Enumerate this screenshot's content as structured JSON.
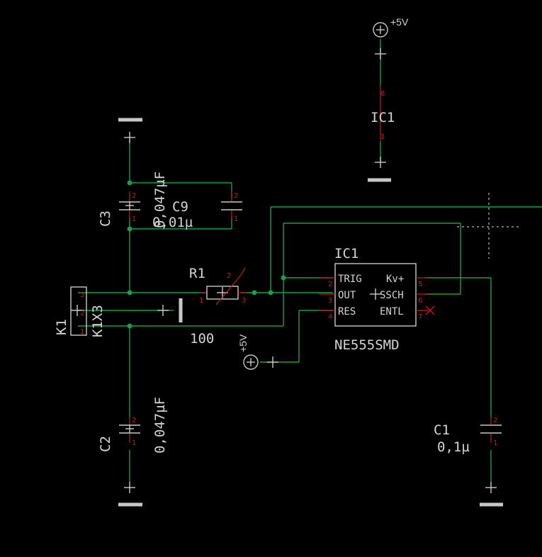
{
  "power": {
    "vcc_label": "+5V",
    "vcc2_label": "+5V"
  },
  "ic_power": {
    "name": "IC1",
    "pin_top": "8",
    "pin_bottom": "1"
  },
  "ic": {
    "name": "IC1",
    "value": "NE555SMD",
    "pins_left": [
      {
        "label": "TRIG",
        "num": "2"
      },
      {
        "label": "OUT",
        "num": "3"
      },
      {
        "label": "RES",
        "num": "4"
      }
    ],
    "pins_right": [
      {
        "label": "Kv+",
        "num": "5"
      },
      {
        "label": "SSCH",
        "num": "6"
      },
      {
        "label": "ENTL",
        "num": "7"
      }
    ]
  },
  "c3": {
    "name": "C3",
    "value": "0,047µF",
    "pin_top": "2",
    "pin_bottom": "1"
  },
  "c9": {
    "name": "C9",
    "value": "0,01µ",
    "pin_top": "2",
    "pin_bottom": "1"
  },
  "c2": {
    "name": "C2",
    "value": "0,047µF",
    "pin_top": "2",
    "pin_bottom": "1"
  },
  "c1": {
    "name": "C1",
    "value": "0,1µ",
    "pin_top": "2",
    "pin_bottom": "1"
  },
  "r1": {
    "name": "R1",
    "value": "100",
    "pin1": "1",
    "pin2": "2",
    "pin3": "3"
  },
  "k1": {
    "name": "K1",
    "value": "K1X3",
    "pin3": "3",
    "pin2": "2",
    "pin1": "1"
  }
}
